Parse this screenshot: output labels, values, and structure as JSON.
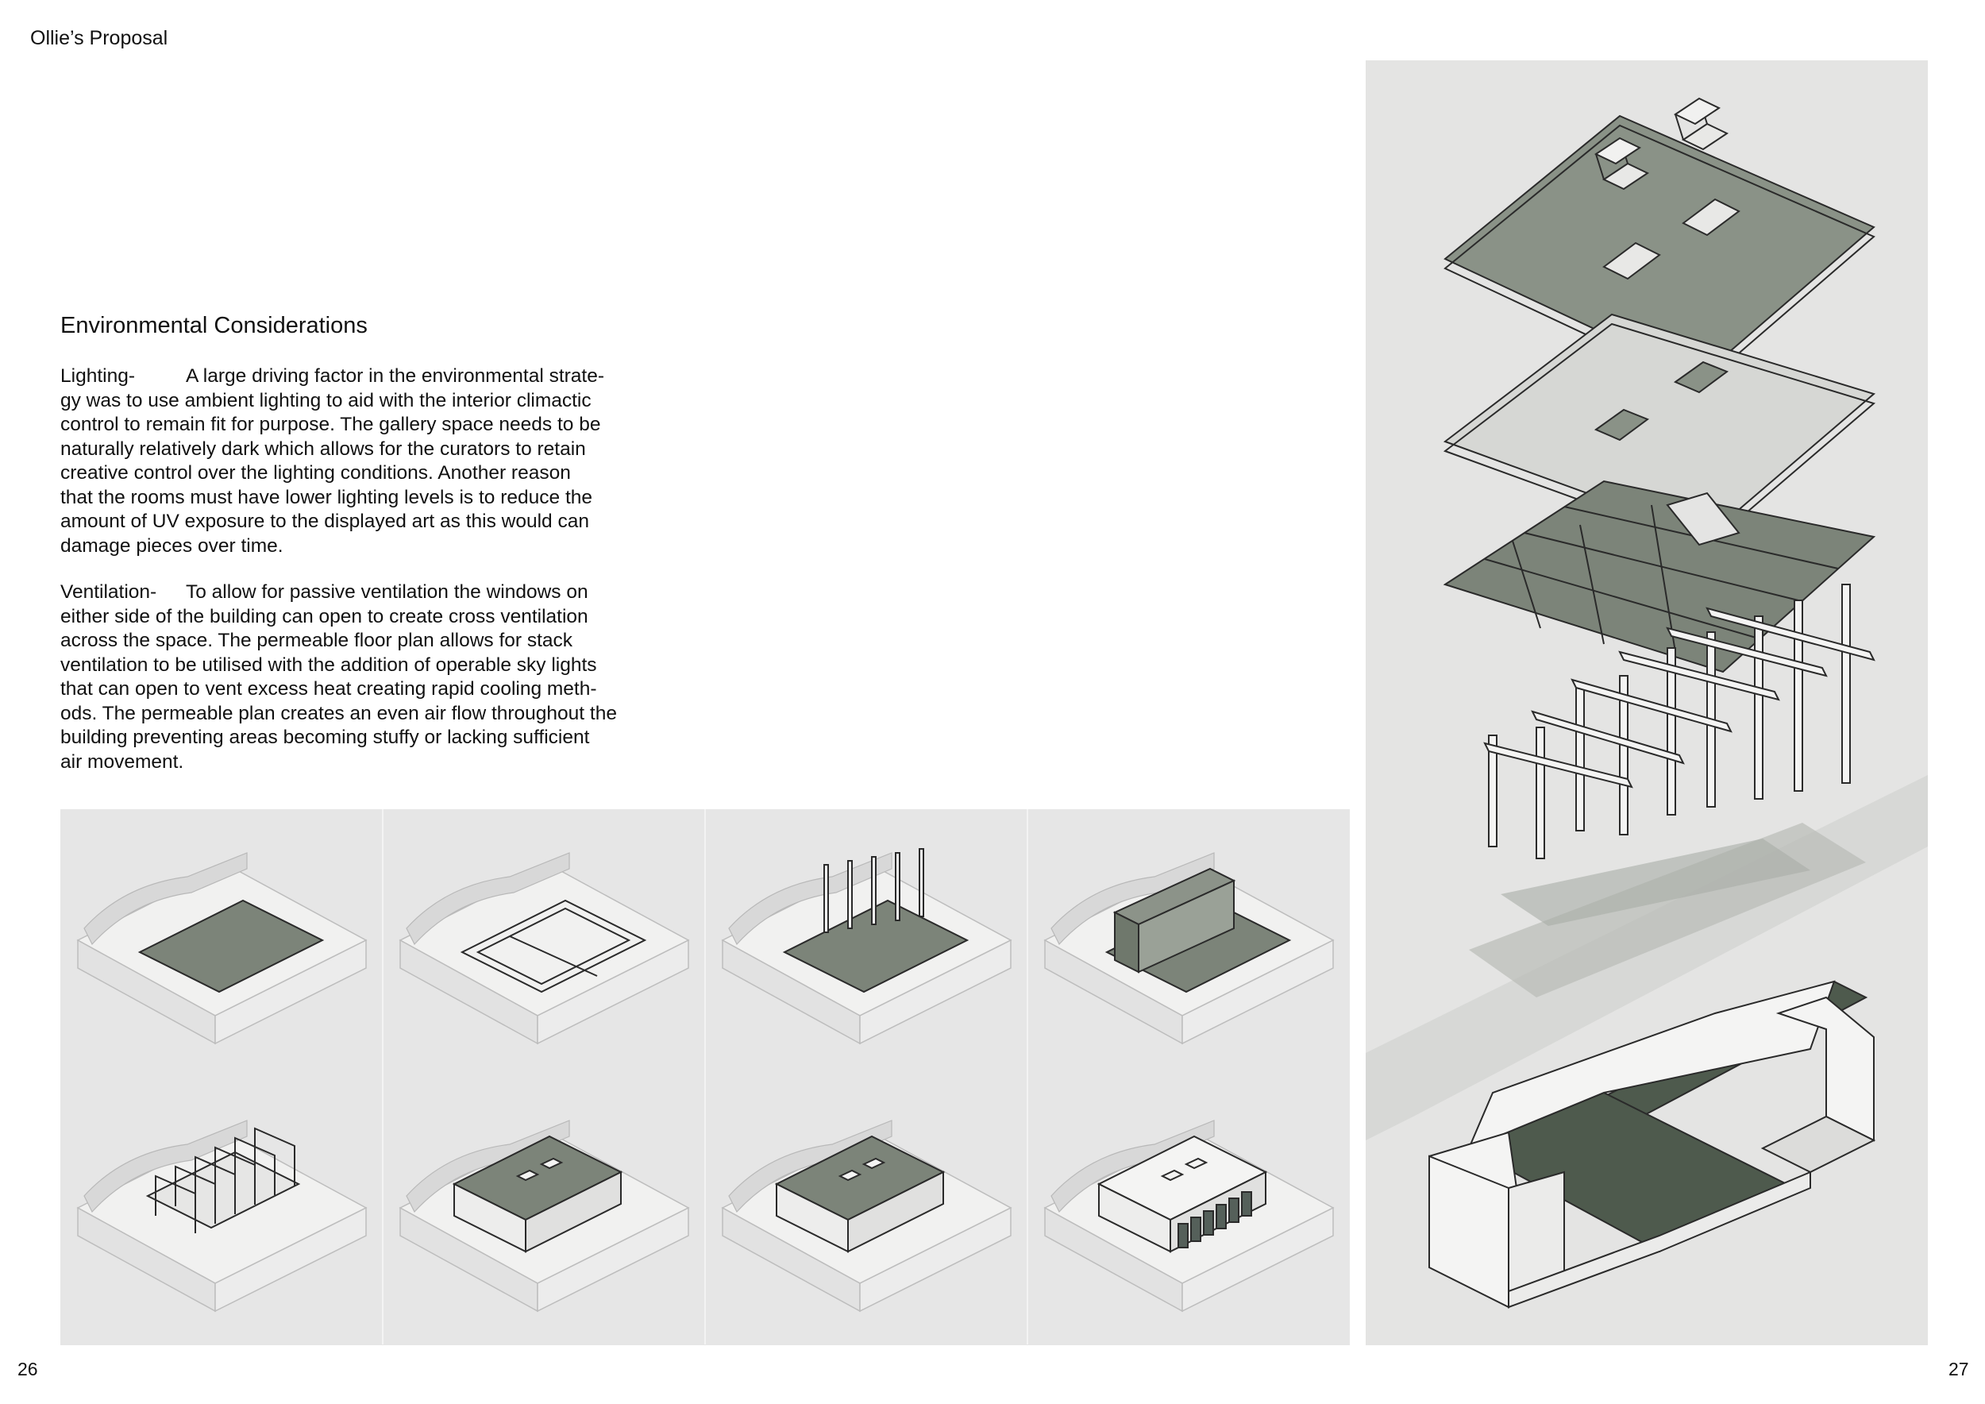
{
  "header": {
    "title": "Ollie’s Proposal"
  },
  "pages": {
    "left": "26",
    "right": "27"
  },
  "section": {
    "heading": "Environmental Considerations",
    "lighting": {
      "label": "Lighting-",
      "text": "A large driving factor in the environmental strate-\ngy was to use ambient lighting to aid with the interior climactic\ncontrol to remain fit for purpose. The gallery space needs to be\nnaturally relatively dark which allows for the curators to retain\ncreative control over the lighting conditions. Another reason\nthat the rooms must have lower lighting levels is to reduce the\namount of UV exposure to the displayed art as this would can\ndamage pieces over time."
    },
    "ventilation": {
      "label": "Ventilation-",
      "text": "To allow for passive ventilation the windows on\neither side of the building can open to create cross ventilation\nacross the space. The permeable floor plan allows for stack\nventilation to be utilised with the addition of operable sky lights\nthat can open to vent excess heat creating rapid cooling meth-\nods. The permeable plan creates an even air flow throughout the\nbuilding preventing areas becoming stuffy or lacking sufficient\nair movement."
    }
  },
  "colors": {
    "accent_green": "#7c8479",
    "dark_green": "#4e5a4d",
    "line": "#2a2a2a",
    "panel_bg": "#e6e6e6",
    "ground": "#f1f1f0"
  },
  "construction_steps": [
    {
      "icon": "site-with-slab-icon"
    },
    {
      "icon": "foundation-frame-icon"
    },
    {
      "icon": "floor-with-columns-icon"
    },
    {
      "icon": "ground-floor-walls-icon"
    },
    {
      "icon": "portal-frames-icon"
    },
    {
      "icon": "roof-with-rooflights-icon"
    },
    {
      "icon": "roof-with-open-skylights-icon"
    },
    {
      "icon": "completed-building-icon"
    }
  ],
  "exploded_axonometric": {
    "icon": "exploded-axonometric-icon"
  }
}
